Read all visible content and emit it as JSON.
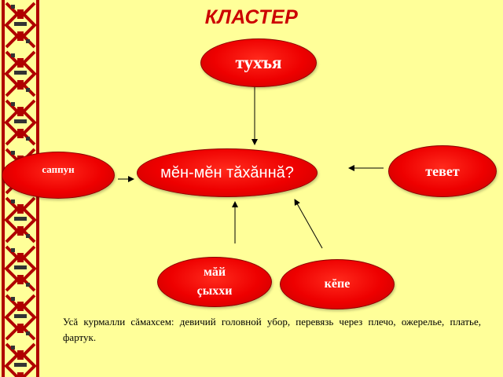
{
  "title": "КЛАСТЕР",
  "nodes": {
    "top": "тухъя",
    "center": "мĕн-мĕн тăхăннă?",
    "right": "тевет",
    "left": "саппун",
    "bottom_left_line1": "мăй",
    "bottom_left_line2": "çыххи",
    "bottom_right": "кĕпе"
  },
  "caption": "Усă курмалли сăмахсем: девичий головной убор, перевязь через плечо, ожерелье, платье, фартук.",
  "colors": {
    "background": "#FFFF99",
    "node_fill": "#EE0000",
    "title": "#CC0000",
    "border_pattern": "#B00000"
  }
}
